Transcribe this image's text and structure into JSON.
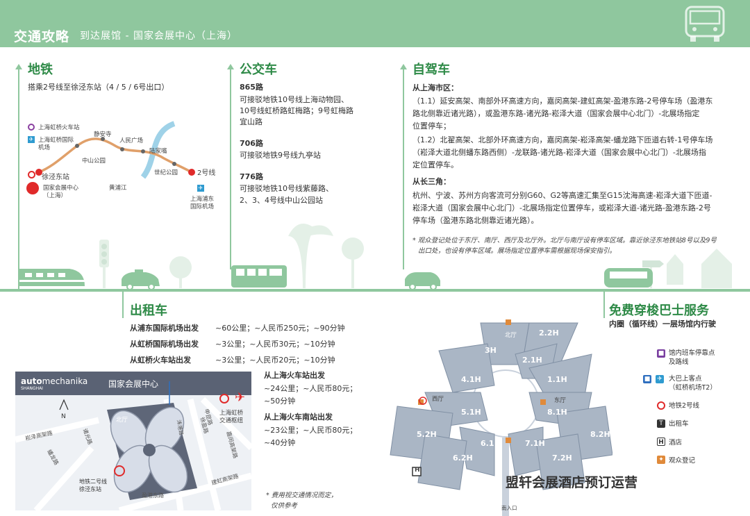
{
  "header": {
    "title": "交通攻略",
    "subtitle": "到达展馆 - 国家会展中心（上海）"
  },
  "metro": {
    "title": "地铁",
    "desc": "搭乘2号线至徐泾东站（4 / 5 / 6号出口）",
    "stations": {
      "hongqiao_rail": "上海虹桥火车站",
      "hongqiao_airport_1": "上海虹桥国际",
      "hongqiao_airport_2": "机场",
      "xujingdong": "徐泾东站",
      "necc_1": "国家会展中心",
      "necc_2": "（上海）",
      "zhongshan": "中山公园",
      "jingan": "静安寺",
      "renmin": "人民广场",
      "lujiazui": "陆家嘴",
      "huangpu": "黄浦江",
      "century": "世纪公园",
      "line2": "2号线",
      "pudong_1": "上海浦东",
      "pudong_2": "国际机场"
    }
  },
  "bus": {
    "title": "公交车",
    "routes": [
      {
        "no": "865路",
        "l1": "可接驳地铁10号线上海动物园、",
        "l2": "10号线虹桥路虹梅路；9号虹梅路",
        "l3": "宜山路"
      },
      {
        "no": "706路",
        "l1": "可接驳地铁9号线九亭站",
        "l2": "",
        "l3": ""
      },
      {
        "no": "776路",
        "l1": "可接驳地铁10号线紫藤路、",
        "l2": "2、3、4号线中山公园站",
        "l3": ""
      }
    ]
  },
  "drive": {
    "title": "自驾车",
    "city_head": "从上海市区：",
    "r1_1": "（1.1）延安高架、南部外环高速方向，嘉闵高架-建虹高架-盈港东路-2号停车场（盈港东",
    "r1_2": "路北侧靠近诸光路），或盈港东路-诸光路-崧泽大道（国家会展中心北门）-北展场指定",
    "r1_3": "位置停车；",
    "r2_1": "（1.2）北翟高架、北部外环高速方向，嘉闵高架-崧泽高架-蟠龙路下匝道右转-1号停车场",
    "r2_2": "（崧泽大道北侧蟠东路西侧）-龙联路-诸光路-崧泽大道（国家会展中心北门）-北展场指",
    "r2_3": "定位置停车。",
    "yrd_head": "从长三角：",
    "y1": "杭州、宁波、苏州方向客流可分别G60、G2等高速汇集至G15沈海高速-崧泽大道下匝道-",
    "y2": "崧泽大道（国家会展中心北门）-北展场指定位置停车，或崧泽大道-诸光路-盈港东路-2号",
    "y3": "停车场（盈港东路北侧靠近诸光路）。",
    "note1": "* 观众登记处位于东厅、南厅、西厅及北厅外。北厅与南厅设有停车区域。靠近徐泾东地铁站8号以及9号",
    "note2": "出口处，也设有停车区域。展场指定位置停车需根据现场保安指引。"
  },
  "taxi": {
    "title": "出租车",
    "rows": [
      {
        "from": "从浦东国际机场出发",
        "info": "~60公里；~人民币250元；~90分钟"
      },
      {
        "from": "从虹桥国际机场出发",
        "info": "~3公里；~人民币30元；~10分钟"
      },
      {
        "from": "从虹桥火车站出发",
        "info": "~3公里；~人民币20元；~10分钟"
      }
    ],
    "rail1_head": "从上海火车站出发",
    "rail1_a": "~24公里；~人民币80元；",
    "rail1_b": "~50分钟",
    "rail2_head": "从上海火车南站出发",
    "rail2_a": "~23公里；~人民币80元；",
    "rail2_b": "~40分钟",
    "note1": "* 费用视交通情况而定，",
    "note2": "仅供参考"
  },
  "map": {
    "brand_a": "auto",
    "brand_b": "mechanika",
    "brand_c": "SHANGHAI",
    "venue": "国家会展中心",
    "north": "N",
    "north_hall": "北厅",
    "hub_1": "上海虹桥",
    "hub_2": "交通枢纽",
    "road_1": "崧泽高架路",
    "road_2": "诸光路",
    "road_3": "涞港路",
    "road_4": "蟠龙路",
    "road_5": "徐盈路",
    "road_6": "盈港东路",
    "road_7": "建虹高架路",
    "road_8": "申昆路",
    "road_9": "嘉闵高架路",
    "metro_1": "地铁二号线",
    "metro_2": "徐泾东站"
  },
  "shuttle": {
    "title": "免费穿梭巴士服务",
    "sub": "内圈（循环线）一层场馆内行驶",
    "legend": {
      "l1a": "馆内班车停靠点",
      "l1b": "及路线",
      "l2a": "大巴上客点",
      "l2b": "（虹桥机场T2）",
      "l3": "地铁2号线",
      "l4": "出租车",
      "l5": "酒店",
      "l6": "观众登记"
    },
    "halls": [
      "3H",
      "2.2H",
      "2.1H",
      "4.1H",
      "1.1H",
      "5.1H",
      "8.1H",
      "5.2H",
      "8.2H",
      "6.1H",
      "7.1H",
      "6.2H",
      "7.2H"
    ],
    "labels": {
      "north": "北厅",
      "west": "西厅",
      "east": "东厅",
      "south": "南入口",
      "hotel": "H"
    }
  },
  "watermark": "盟轩会展酒店预订运营",
  "colors": {
    "accent": "#8fc79e",
    "heading": "#2e8a47",
    "metro_red": "#e02a2a",
    "river": "#9fd2e8",
    "hall": "#aab6c5"
  }
}
